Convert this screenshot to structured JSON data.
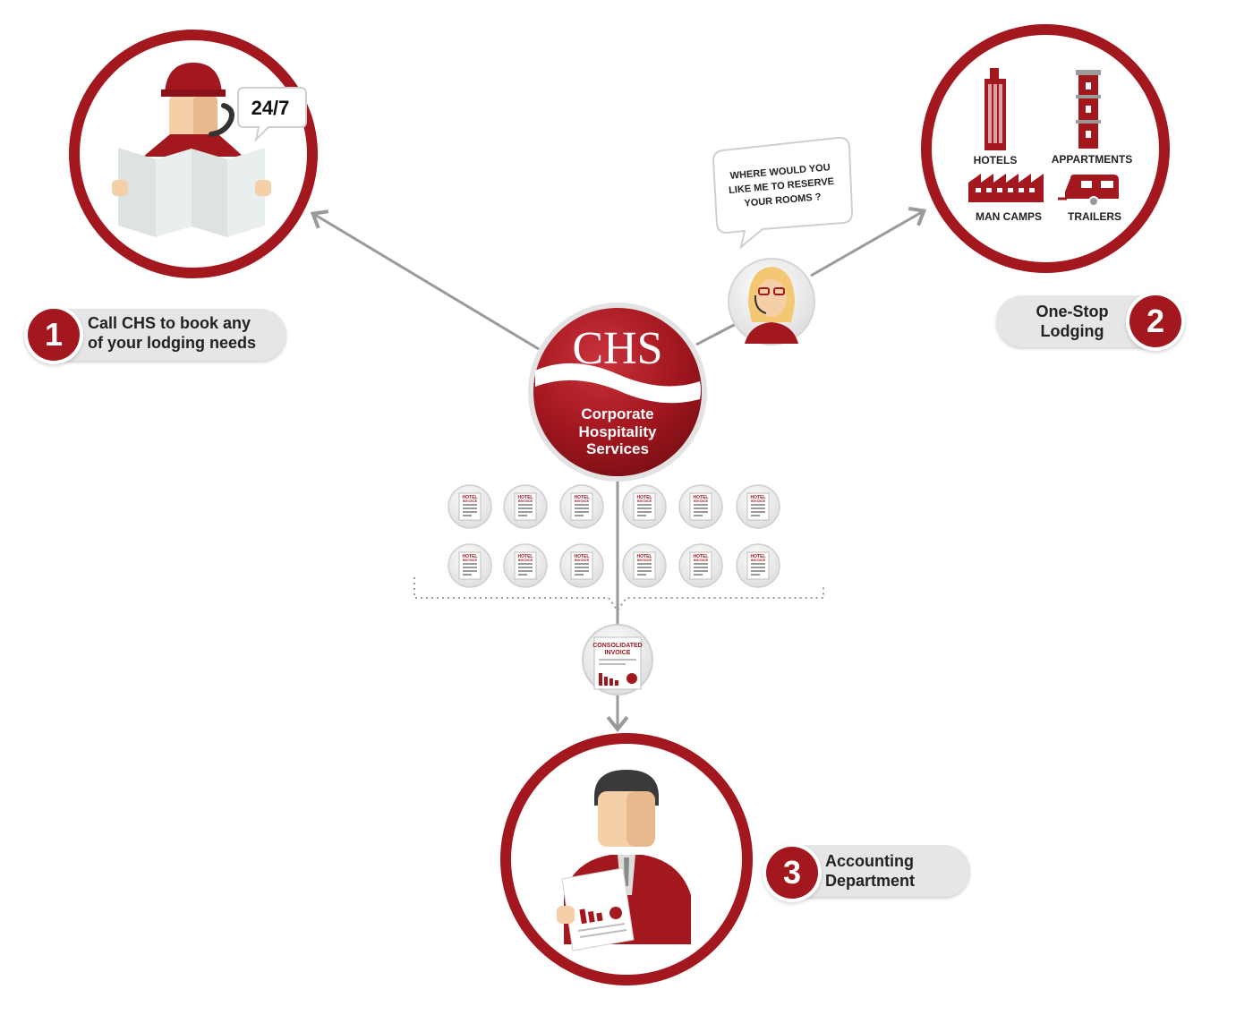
{
  "steps": [
    {
      "number": "1",
      "line1": "Call CHS to book any",
      "line2": "of your lodging needs"
    },
    {
      "number": "2",
      "line1": "One-Stop",
      "line2": "Lodging"
    },
    {
      "number": "3",
      "line1": "Accounting",
      "line2": "Department"
    }
  ],
  "bubble_247": "24/7",
  "agent_bubble": {
    "line1": "WHERE WOULD YOU",
    "line2": "LIKE ME TO RESERVE",
    "line3": "YOUR ROOMS ?"
  },
  "lodging": {
    "hotels": "HOTELS",
    "appartments": "APPARTMENTS",
    "man_camps": "MAN CAMPS",
    "trailers": "TRAILERS"
  },
  "chs": {
    "logo": "CHS",
    "line1": "Corporate",
    "line2": "Hospitality",
    "line3": "Services"
  },
  "hotel_invoice": {
    "line1": "HOTEL",
    "line2": "INVOICE"
  },
  "consolidated_invoice": {
    "line1": "CONSOLIDATED",
    "line2": "INVOICE"
  },
  "colors": {
    "brand_red": "#a3171f",
    "grey": "#9a9a9a",
    "pill_bg": "#e6e6e6"
  }
}
